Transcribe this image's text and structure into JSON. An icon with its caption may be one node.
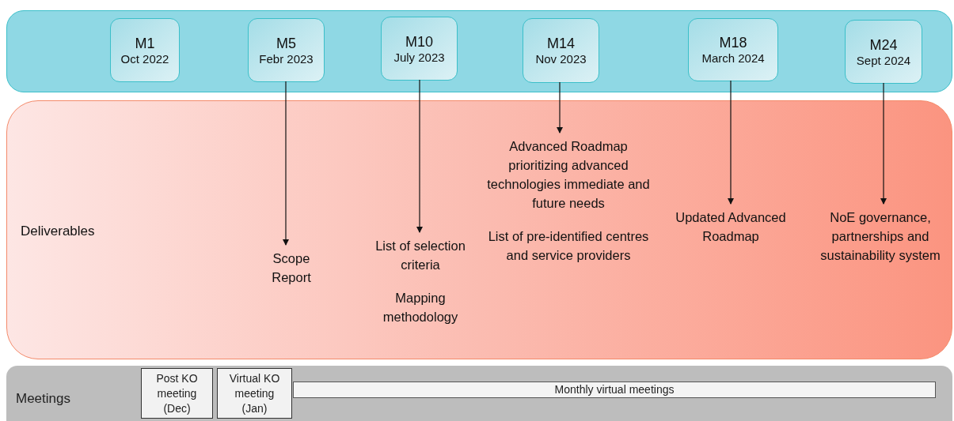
{
  "diagram": {
    "nodes": [
      {
        "text": [],
        "shape": "box"
      },
      {
        "text": [
          "M1",
          "Oct 2022"
        ],
        "in": 0
      },
      {
        "text": [
          "M5",
          "Febr 2023"
        ],
        "in": 0
      },
      {
        "text": [
          "M10",
          "July 2023"
        ],
        "in": 0
      },
      {
        "text": [
          "M14",
          "Nov 2023"
        ],
        "in": 0
      },
      {
        "text": [
          "M18",
          "March 2024"
        ],
        "in": 0
      },
      {
        "text": [
          "M24",
          "Sept 2024"
        ],
        "in": 0
      },
      {
        "text": [
          "Deliverables"
        ]
      },
      {
        "text": [
          "Scope Report"
        ],
        "in": 7
      },
      {
        "text": [
          "List of selection criteria",
          "Mapping methodology"
        ],
        "in": 7
      },
      {
        "text": [
          "Advanced Roadmap prioritizing advanced technologies immediate and future needs",
          "List of pre-identified centres and service providers"
        ],
        "in": 7
      },
      {
        "text": [
          "Updated Advanced Roadmap"
        ],
        "in": 7
      },
      {
        "text": [
          "NoE governance, partnerships and sustainability system"
        ],
        "in": 7
      },
      {
        "text": [
          "Meetings"
        ]
      },
      {
        "text": [
          "Post KO meeting (Dec)"
        ],
        "in": 13
      },
      {
        "text": [
          "Virtual KO meeting (Jan)"
        ],
        "in": 13
      },
      {
        "text": [
          "Monthly virtual meetings"
        ],
        "in": 13
      }
    ],
    "edges": [
      {
        "from": 2,
        "to": 8,
        "arrow": "to"
      },
      {
        "from": 3,
        "to": 9,
        "arrow": "to"
      },
      {
        "from": 4,
        "to": 10,
        "arrow": "to"
      },
      {
        "from": 5,
        "to": 11,
        "arrow": "to"
      },
      {
        "from": 6,
        "to": 12,
        "arrow": "to"
      }
    ]
  }
}
